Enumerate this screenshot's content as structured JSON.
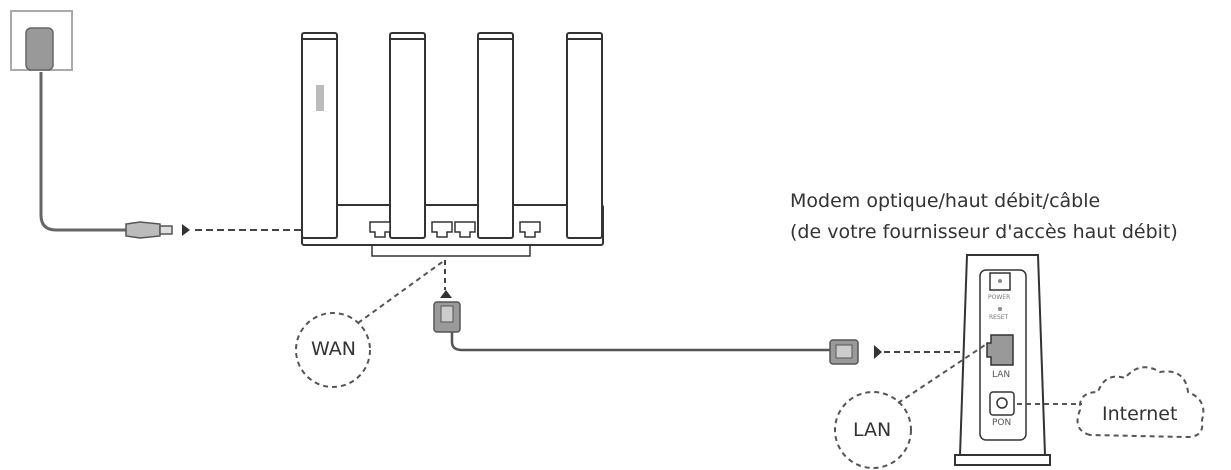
{
  "modem": {
    "caption_line1": "Modem optique/haut débit/câble",
    "caption_line2": "(de votre fournisseur d'accès haut débit)",
    "port_power": "POWER",
    "port_reset": "RESET",
    "port_lan": "LAN",
    "port_pon": "PON"
  },
  "callouts": {
    "wan": "WAN",
    "lan": "LAN",
    "internet": "Internet"
  },
  "colors": {
    "line": "#555555",
    "plug_fill": "#9a9a9a",
    "outline": "#333333"
  }
}
